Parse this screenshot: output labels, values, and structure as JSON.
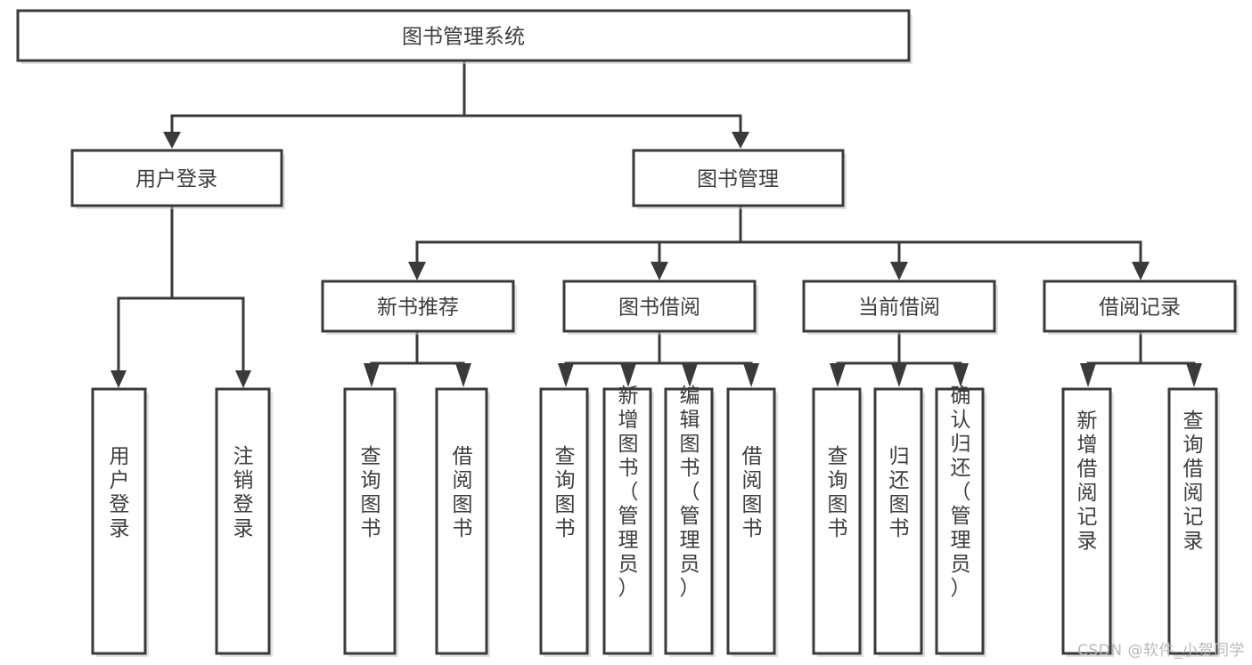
{
  "diagram": {
    "title_node": {
      "label": "图书管理系统"
    },
    "level2": [
      {
        "label": "用户登录"
      },
      {
        "label": "图书管理"
      }
    ],
    "level3": [
      {
        "label": "新书推荐"
      },
      {
        "label": "图书借阅"
      },
      {
        "label": "当前借阅"
      },
      {
        "label": "借阅记录"
      }
    ],
    "leaves": {
      "user_login": [
        {
          "lines": [
            "用户登录"
          ]
        },
        {
          "lines": [
            "注销登录"
          ]
        }
      ],
      "new_book_recommend": [
        {
          "lines": [
            "查询图书"
          ]
        },
        {
          "lines": [
            "借阅图书"
          ]
        }
      ],
      "book_borrow": [
        {
          "lines": [
            "查询图书"
          ]
        },
        {
          "lines": [
            "新增图书（管理员）"
          ]
        },
        {
          "lines": [
            "编辑图书（管理员）"
          ]
        },
        {
          "lines": [
            "借阅图书"
          ]
        }
      ],
      "current_borrow": [
        {
          "lines": [
            "查询图书"
          ]
        },
        {
          "lines": [
            "归还图书"
          ]
        },
        {
          "lines": [
            "确认归还（管理员）"
          ]
        }
      ],
      "borrow_record": [
        {
          "lines": [
            "新增借阅记录"
          ]
        },
        {
          "lines": [
            "查询借阅记录"
          ]
        }
      ]
    }
  },
  "watermark": {
    "text": "CSDN @软件_小贺同学"
  },
  "colors": {
    "stroke": "#3a3a3a",
    "text": "#3d3d3d",
    "background": "#ffffff",
    "watermark": "#b9b9b9"
  }
}
